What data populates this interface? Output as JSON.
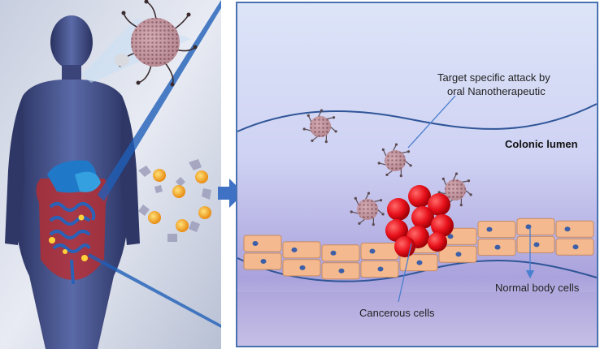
{
  "labels": {
    "attack_line1": "Target specific attack by",
    "attack_line2": "oral Nanotherapeutic",
    "lumen": "Colonic lumen",
    "normal": "Normal body cells",
    "cancer": "Cancerous cells"
  },
  "colors": {
    "panel_border": "#4a72b0",
    "wave": "#2f5597",
    "callout": "#4a7fd0",
    "arrow": "#3f72c4",
    "cell_fill": "#f4b98e",
    "cell_stroke": "#c98a60",
    "nucleus": "#3d5fa8",
    "cancer": "#e8101a",
    "nanoparticle": "#b88f98"
  }
}
